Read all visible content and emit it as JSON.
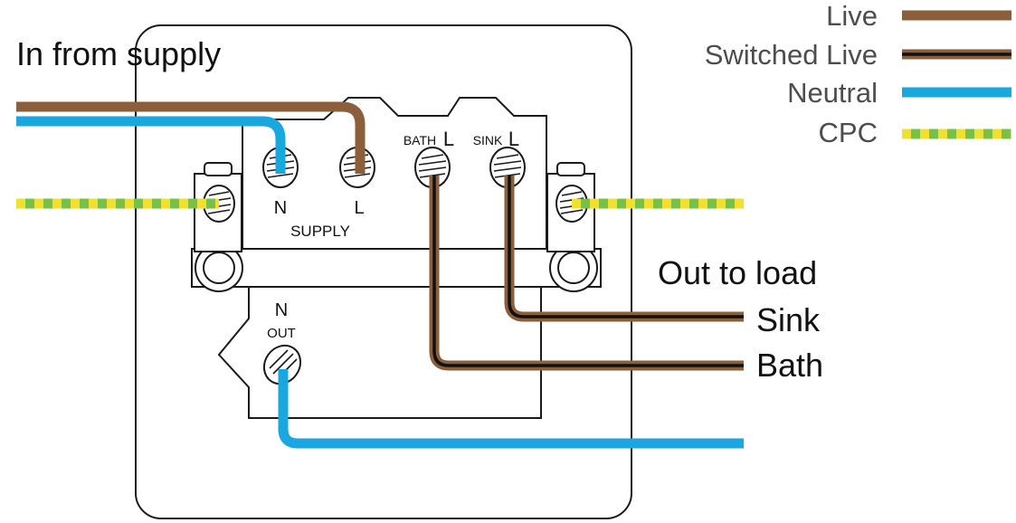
{
  "labels": {
    "in_from_supply": "In from supply",
    "out_to_load": "Out to load",
    "sink": "Sink",
    "bath": "Bath"
  },
  "terminals": {
    "supply_n": "N",
    "supply_l": "L",
    "supply": "SUPPLY",
    "bath_prefix": "BATH",
    "bath_l": "L",
    "sink_prefix": "SINK",
    "sink_l": "L",
    "out_n": "N",
    "out": "OUT"
  },
  "legend": [
    {
      "label": "Live",
      "style": "solid",
      "color": "#8b5e3c"
    },
    {
      "label": "Switched Live",
      "style": "cored",
      "color": "#8b5e3c",
      "core": "#111111"
    },
    {
      "label": "Neutral",
      "style": "solid",
      "color": "#1aa7e0"
    },
    {
      "label": "CPC",
      "style": "dashed",
      "color": "#78c046",
      "dash": "#f0e030"
    }
  ],
  "colors": {
    "live": "#8b5e3c",
    "switched_core": "#111111",
    "neutral": "#1aa7e0",
    "cpc_green": "#78c046",
    "cpc_yellow": "#f0e030"
  }
}
